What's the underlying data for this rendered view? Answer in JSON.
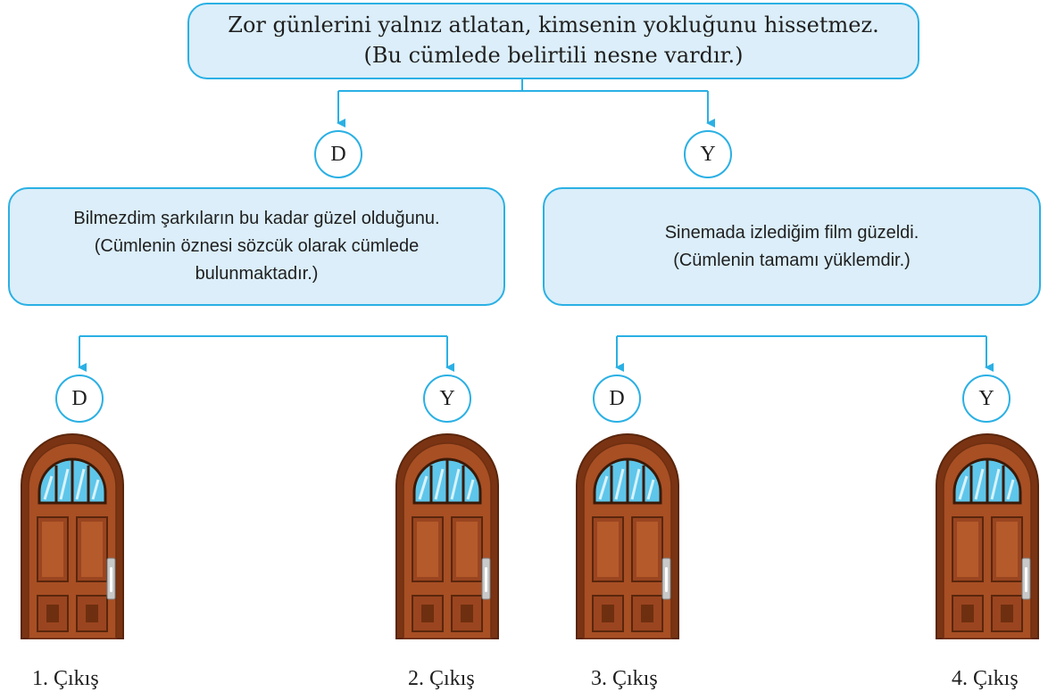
{
  "root_box": {
    "line1": "Zor günlerini yalnız atlatan, kimsenin yokluğunu hissetmez.",
    "line2": "(Bu cümlede belirtili nesne vardır.)"
  },
  "left_box": {
    "line1": "Bilmezdim şarkıların bu kadar güzel olduğunu.",
    "line2": "(Cümlenin öznesi sözcük olarak cümlede",
    "line3": "bulunmaktadır.)"
  },
  "right_box": {
    "line1": "Sinemada izlediğim film güzeldi.",
    "line2": "(Cümlenin tamamı yüklemdir.)"
  },
  "answers": {
    "root_true": "D",
    "root_false": "Y",
    "left_true": "D",
    "left_false": "Y",
    "right_true": "D",
    "right_false": "Y"
  },
  "exits": [
    "1. Çıkış",
    "2. Çıkış",
    "3. Çıkış",
    "4. Çıkış"
  ],
  "colors": {
    "accent": "#2ab0e4",
    "box_fill": "#dbeef9",
    "door_wood": "#9c4a22",
    "door_glass": "#5ec6ea"
  }
}
